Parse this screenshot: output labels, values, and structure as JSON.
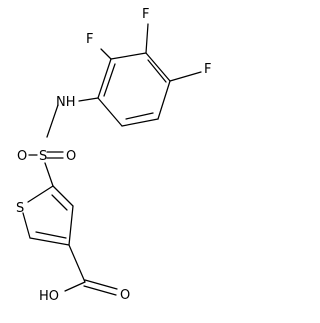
{
  "atoms": {
    "f_upper": "F",
    "f_middle": "F",
    "f_right": "F",
    "nh": "NH",
    "s_sulfonyl": "S",
    "o_left": "O",
    "o_right": "O",
    "s_ring": "S",
    "oh": "HO",
    "o_carbonyl": "O"
  }
}
